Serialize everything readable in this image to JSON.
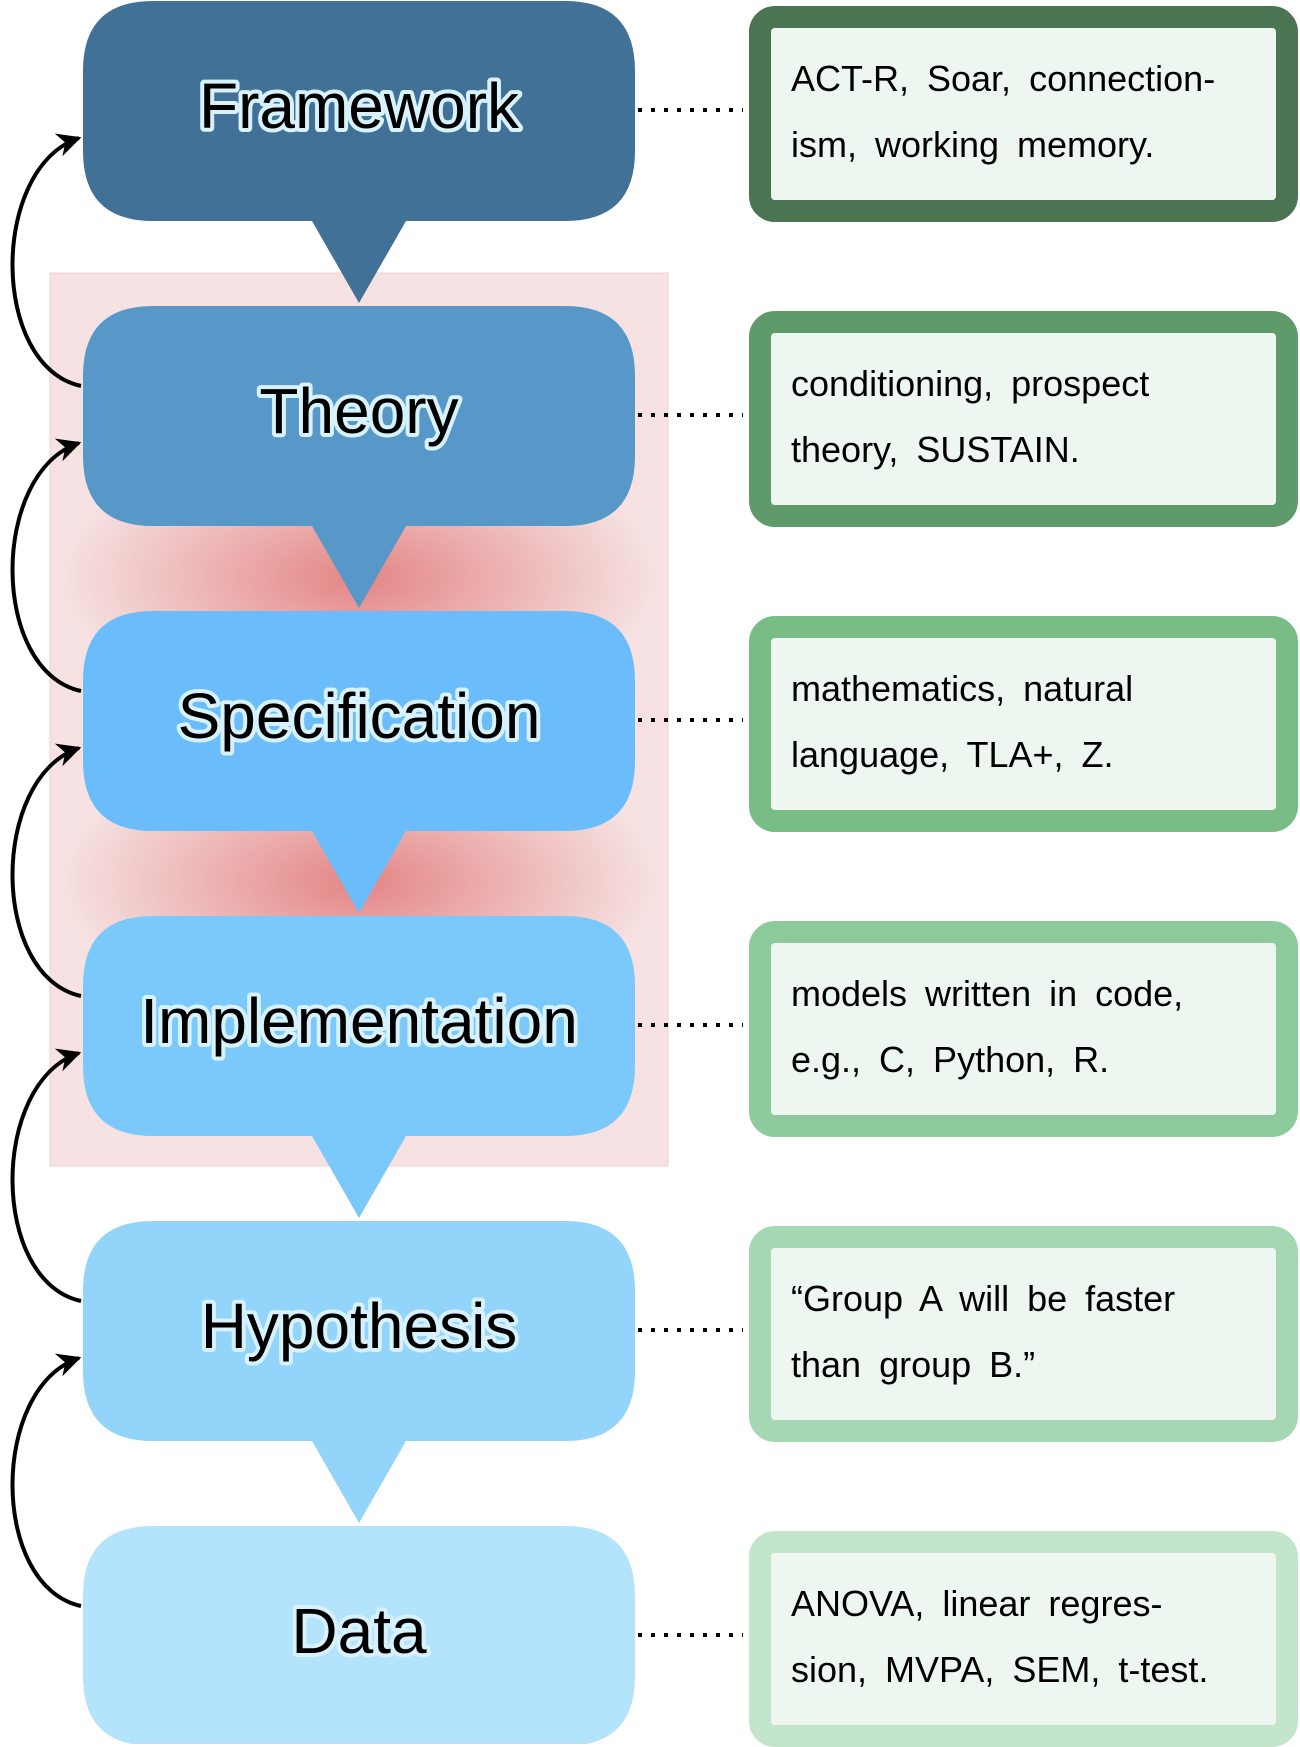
{
  "levels": [
    {
      "label": "Framework",
      "color": "#417196",
      "description": [
        "ACT-R, Soar, connection-",
        "ism, working memory."
      ],
      "border_color": "#4a7452"
    },
    {
      "label": "Theory",
      "color": "#5898c9",
      "description": [
        "conditioning, prospect",
        "theory, SUSTAIN."
      ],
      "border_color": "#5f9a6a"
    },
    {
      "label": "Specification",
      "color": "#6bbcfb",
      "description": [
        "mathematics, natural",
        "language, TLA+, Z."
      ],
      "border_color": "#77bd85"
    },
    {
      "label": "Implementation",
      "color": "#7bc8fb",
      "description": [
        "models written in code,",
        "e.g., C, Python, R."
      ],
      "border_color": "#8dcb9c"
    },
    {
      "label": "Hypothesis",
      "color": "#93d4fb",
      "description": [
        "“Group A will be faster",
        "than group B.”"
      ],
      "border_color": "#a5d8b2"
    },
    {
      "label": "Data",
      "color": "#b3e4fb",
      "description": [
        "ANOVA, linear regres-",
        "sion, MVPA, SEM, t-test."
      ],
      "border_color": "#c3e5cc"
    }
  ],
  "highlight": {
    "fill": "#f6e2e2",
    "glow": "#e38080"
  },
  "arrow_color": "#000000"
}
